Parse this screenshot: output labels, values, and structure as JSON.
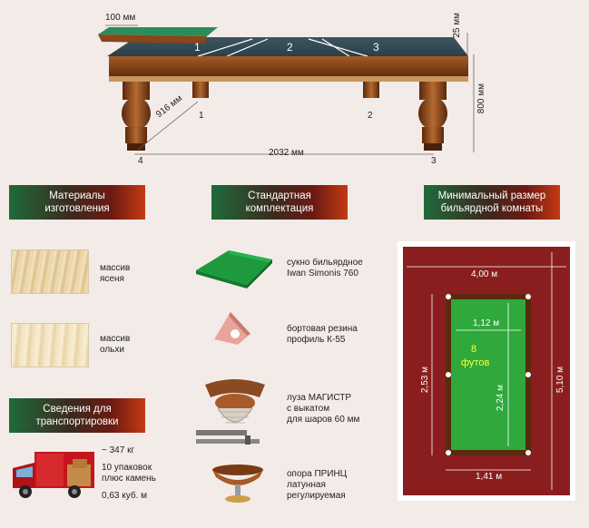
{
  "table": {
    "dim_100": "100 мм",
    "dim_25": "25 мм",
    "dim_800": "800 мм",
    "dim_916": "916 мм",
    "dim_2032": "2032 мм",
    "pocket_top_1": "1",
    "pocket_top_2": "2",
    "pocket_top_3": "3",
    "leg_1": "1",
    "leg_2": "2",
    "leg_3": "3",
    "leg_4": "4"
  },
  "headers": {
    "materials_line1": "Материалы",
    "materials_line2": "изготовления",
    "kit_line1": "Стандартная",
    "kit_line2": "комплектация",
    "room_line1": "Минимальный размер",
    "room_line2": "бильярдной комнаты",
    "transport_line1": "Сведения для",
    "transport_line2": "транспортировки"
  },
  "materials": [
    {
      "line1": "массив",
      "line2": "ясеня"
    },
    {
      "line1": "массив",
      "line2": "ольхи"
    }
  ],
  "transport": {
    "weight": "~ 347 кг",
    "packs_line1": "10 упаковок",
    "packs_line2": "плюс камень",
    "volume": "0,63 куб. м"
  },
  "kit": [
    {
      "line1": "сукно бильярдное",
      "line2": "Iwan Simonis 760",
      "line3": ""
    },
    {
      "line1": "бортовая резина",
      "line2": "профиль К-55",
      "line3": ""
    },
    {
      "line1": "луза МАГИСТР",
      "line2": "с выкатом",
      "line3": "для шаров 60 мм"
    },
    {
      "line1": "опора ПРИНЦ",
      "line2": "латунная",
      "line3": "регулируемая"
    }
  ],
  "room": {
    "width": "4,00 м",
    "height": "5,10 м",
    "table_outer_w": "1,41 м",
    "table_outer_h": "2,53 м",
    "play_w": "1,12 м",
    "play_h": "2,24 м",
    "size_num": "8",
    "size_unit": "футов"
  },
  "colors": {
    "felt": "#2e8b2e",
    "cloth": "#21a34a",
    "carpet": "#8a1e1e",
    "wood": "#7a3a14",
    "label_yellow": "#ffff33"
  }
}
